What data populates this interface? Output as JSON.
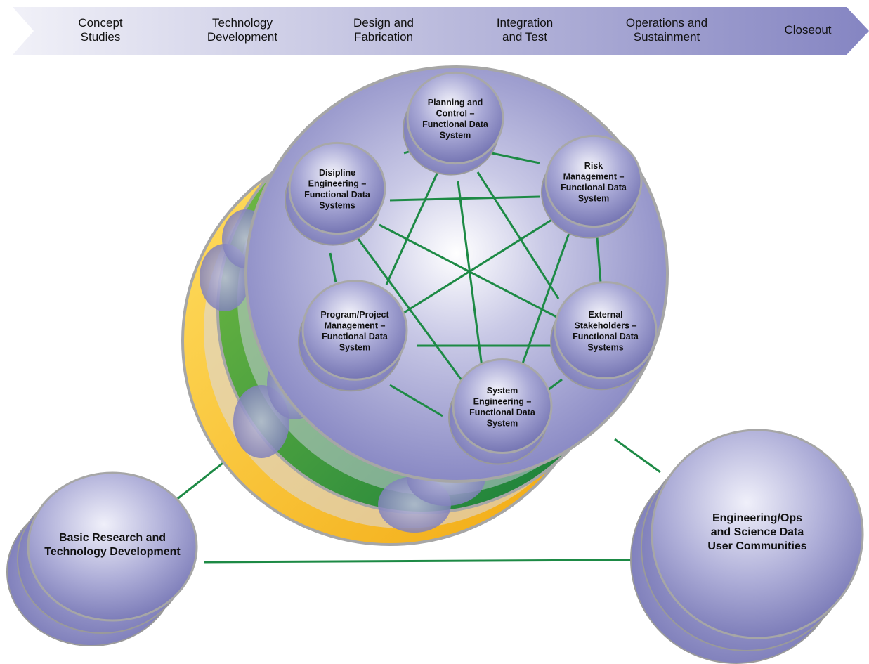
{
  "phases": [
    {
      "label_lines": [
        "Concept",
        "Studies"
      ]
    },
    {
      "label_lines": [
        "Technology",
        "Development"
      ]
    },
    {
      "label_lines": [
        "Design and",
        "Fabrication"
      ]
    },
    {
      "label_lines": [
        "Integration",
        "and Test"
      ]
    },
    {
      "label_lines": [
        "Operations and",
        "Sustainment"
      ]
    },
    {
      "label_lines": [
        "Closeout"
      ]
    }
  ],
  "nodes": {
    "planning": {
      "label_lines": [
        "Planning and",
        "Control –",
        "Functional Data",
        "System"
      ]
    },
    "risk": {
      "label_lines": [
        "Risk",
        "Management –",
        "Functional Data",
        "System"
      ]
    },
    "external": {
      "label_lines": [
        "External",
        "Stakeholders –",
        "Functional Data",
        "Systems"
      ]
    },
    "systemeng": {
      "label_lines": [
        "System",
        "Engineering –",
        "Functional Data",
        "System"
      ]
    },
    "program": {
      "label_lines": [
        "Program/Project",
        "Management –",
        "Functional Data",
        "System"
      ]
    },
    "discipline": {
      "label_lines": [
        "Disipline",
        "Engineering –",
        "Functional Data",
        "Systems"
      ]
    }
  },
  "communities": {
    "research": {
      "label_lines": [
        "Basic Research and",
        "Technology Development"
      ]
    },
    "engineering": {
      "label_lines": [
        "Engineering/Ops",
        "and Science Data",
        "User Communities"
      ]
    }
  },
  "colors": {
    "arrow_start": "#f1f1f8",
    "arrow_end": "#8585c2",
    "sphere_light": "#ffffff",
    "sphere_mid": "#aaaad6",
    "sphere_dark": "#6f6fb0",
    "green_layer": "#2aa045",
    "yellow_layer": "#f5c31f",
    "link": "#1d8a45",
    "rim": "#a6a6a6"
  }
}
